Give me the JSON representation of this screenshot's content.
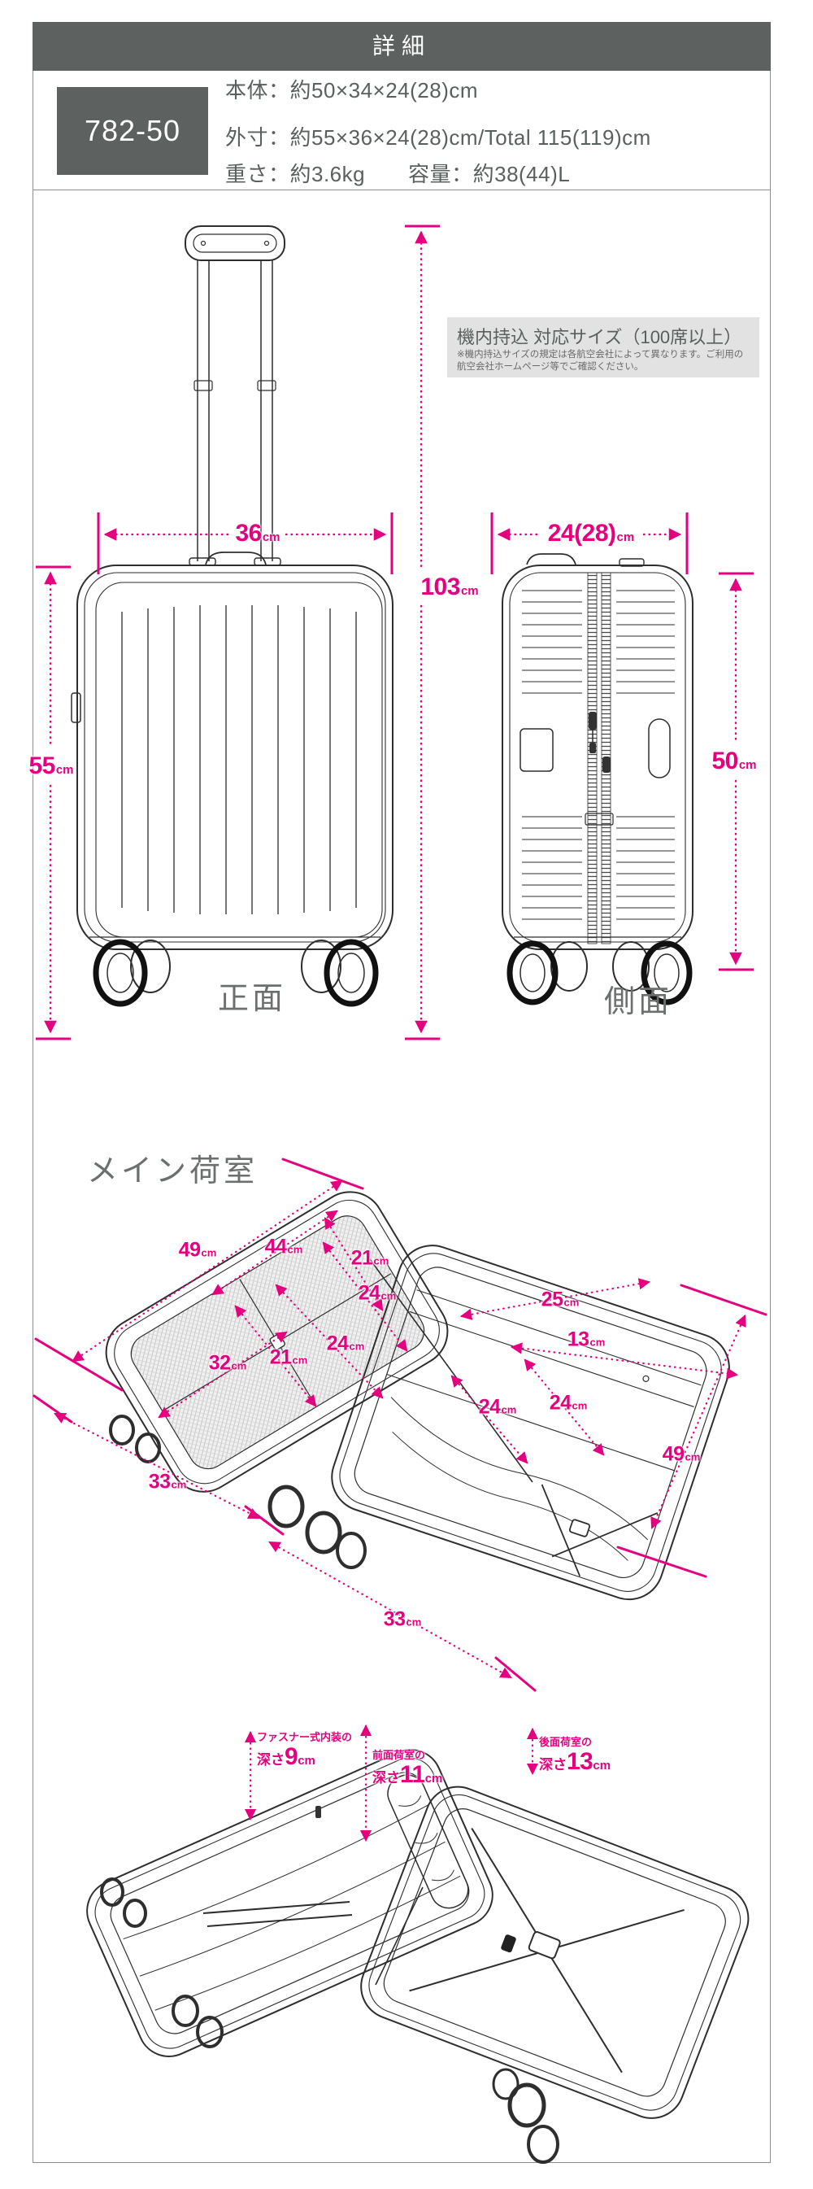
{
  "header": {
    "title": "詳細"
  },
  "spec": {
    "model": "782-50",
    "body": "本体：約50×34×24(28)cm",
    "outer": "外寸：約55×36×24(28)cm/Total 115(119)cm",
    "weight_capacity": "重さ：約3.6kg　　容量：約38(44)L"
  },
  "carryon": {
    "title": "機内持込 対応サイズ（100席以上）",
    "note_lines": [
      "※機内持込サイズの規定は各航空会社によって異なります。ご利用の",
      "航空会社ホームページ等でご確認ください。"
    ]
  },
  "views": {
    "front_label": "正面",
    "side_label": "側面"
  },
  "dims": {
    "front_width": {
      "value": "36",
      "unit": "cm"
    },
    "total_height": {
      "value": "103",
      "unit": "cm"
    },
    "front_height": {
      "value": "55",
      "unit": "cm"
    },
    "side_depth": {
      "value": "24(28)",
      "unit": "cm"
    },
    "side_height": {
      "value": "50",
      "unit": "cm"
    }
  },
  "main_compartment": {
    "title": "メイン荷室",
    "dims": [
      {
        "value": "49",
        "unit": "cm"
      },
      {
        "value": "44",
        "unit": "cm"
      },
      {
        "value": "21",
        "unit": "cm"
      },
      {
        "value": "24",
        "unit": "cm"
      },
      {
        "value": "24",
        "unit": "cm"
      },
      {
        "value": "21",
        "unit": "cm"
      },
      {
        "value": "32",
        "unit": "cm"
      },
      {
        "value": "25",
        "unit": "cm"
      },
      {
        "value": "13",
        "unit": "cm"
      },
      {
        "value": "24",
        "unit": "cm"
      },
      {
        "value": "24",
        "unit": "cm"
      },
      {
        "value": "49",
        "unit": "cm"
      },
      {
        "value": "33",
        "unit": "cm"
      },
      {
        "value": "33",
        "unit": "cm"
      }
    ]
  },
  "depths": {
    "zipper_lining": {
      "line1": "ファスナー式内装の",
      "prefix": "深さ",
      "value": "9",
      "unit": "cm"
    },
    "front_room": {
      "line1": "前面荷室の",
      "prefix": "深さ",
      "value": "11",
      "unit": "cm"
    },
    "rear_room": {
      "line1": "後面荷室の",
      "prefix": "深さ",
      "value": "13",
      "unit": "cm"
    }
  },
  "colors": {
    "accent": "#e4007f",
    "dark_gray": "#5d6160",
    "text_gray": "#5a605f",
    "note_bg": "#e2e2e2"
  }
}
